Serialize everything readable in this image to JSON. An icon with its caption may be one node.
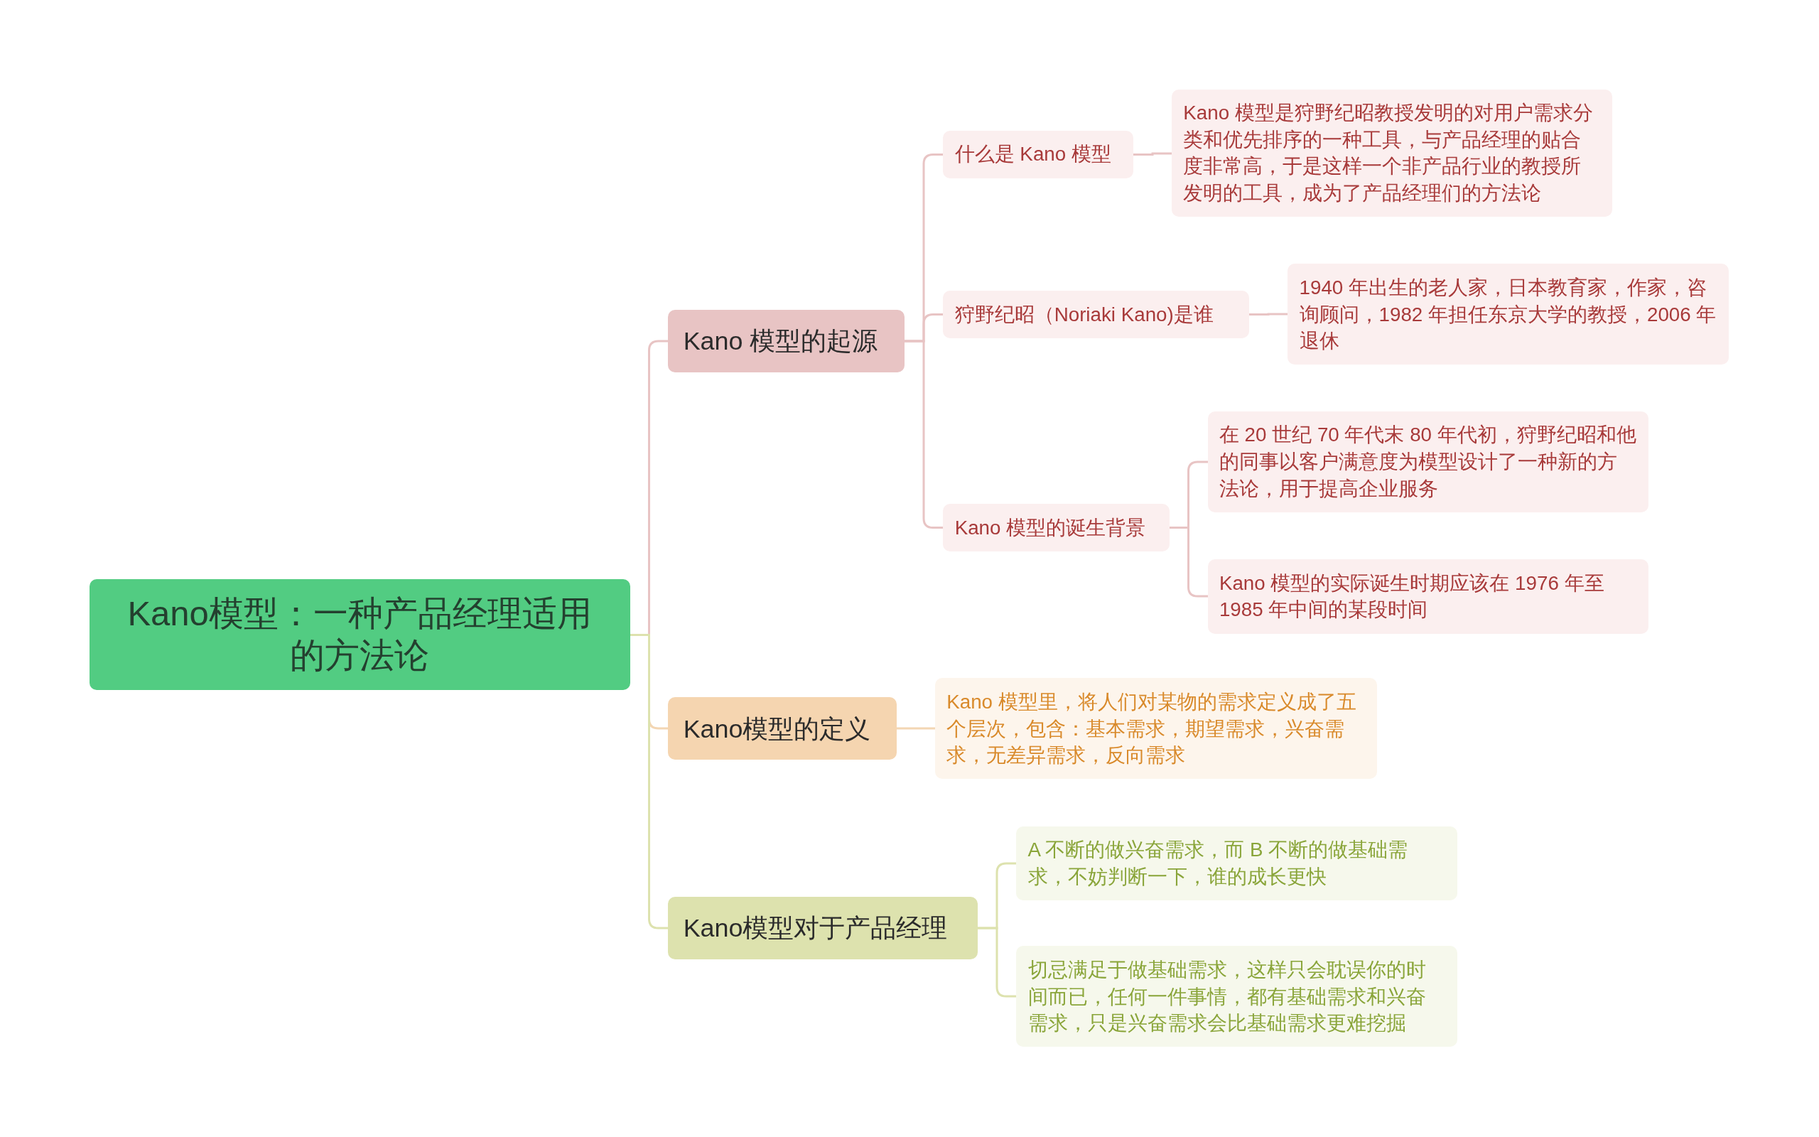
{
  "diagram": {
    "nodes": [
      {
        "text": [
          "Kano模型：一种产品经理适用的方法论"
        ]
      },
      {
        "text": [
          "Kano 模型的起源"
        ]
      },
      {
        "text": [
          "什么是 Kano 模型"
        ]
      },
      {
        "text": [
          "Kano 模型是狩野纪昭教授发明的对用户需求分类和优先排序的一种工具，与产品经理的贴合度非常高，于是这样一个非产品行业的教授所发明的工具，成为了产品经理们的方法论"
        ]
      },
      {
        "text": [
          "狩野纪昭（Noriaki Kano)是谁"
        ]
      },
      {
        "text": [
          "1940 年出生的老人家，日本教育家，作家，咨询顾问，1982 年担任东京大学的教授，2006 年退休"
        ]
      },
      {
        "text": [
          "Kano 模型的诞生背景"
        ]
      },
      {
        "text": [
          "在 20 世纪 70 年代末 80 年代初，狩野纪昭和他的同事以客户满意度为模型设计了一种新的方法论，用于提高企业服务"
        ]
      },
      {
        "text": [
          "Kano 模型的实际诞生时期应该在 1976 年至 1985 年中间的某段时间"
        ]
      },
      {
        "text": [
          "Kano模型的定义"
        ]
      },
      {
        "text": [
          "Kano 模型里，将人们对某物的需求定义成了五个层次，包含：基本需求，期望需求，兴奋需求，无差异需求，反向需求"
        ]
      },
      {
        "text": [
          "Kano模型对于产品经理"
        ]
      },
      {
        "text": [
          "A 不断的做兴奋需求，而 B 不断的做基础需求，不妨判断一下，谁的成长更快"
        ]
      },
      {
        "text": [
          "切忌满足于做基础需求，这样只会耽误你的时间而已，任何一件事情，都有基础需求和兴奋需求，只是兴奋需求会比基础需求更难挖掘"
        ]
      }
    ],
    "edges": [
      {
        "from": 0,
        "to": 1,
        "arrow": "none"
      },
      {
        "from": 0,
        "to": 9,
        "arrow": "none",
        "color": "#f3d6b3"
      },
      {
        "from": 0,
        "to": 11,
        "arrow": "none",
        "color": "#dde2ae"
      },
      {
        "from": 1,
        "to": 2,
        "arrow": "none"
      },
      {
        "from": 1,
        "to": 4,
        "arrow": "none"
      },
      {
        "from": 1,
        "to": 6,
        "arrow": "none"
      },
      {
        "from": 2,
        "to": 3,
        "arrow": "none"
      },
      {
        "from": 4,
        "to": 5,
        "arrow": "none"
      },
      {
        "from": 6,
        "to": 7,
        "arrow": "none"
      },
      {
        "from": 6,
        "to": 8,
        "arrow": "none"
      },
      {
        "from": 9,
        "to": 10,
        "arrow": "none",
        "color": "#f3d6b3"
      },
      {
        "from": 11,
        "to": 12,
        "arrow": "none",
        "color": "#dde2ae"
      },
      {
        "from": 11,
        "to": 13,
        "arrow": "none",
        "color": "#dde2ae"
      }
    ]
  }
}
